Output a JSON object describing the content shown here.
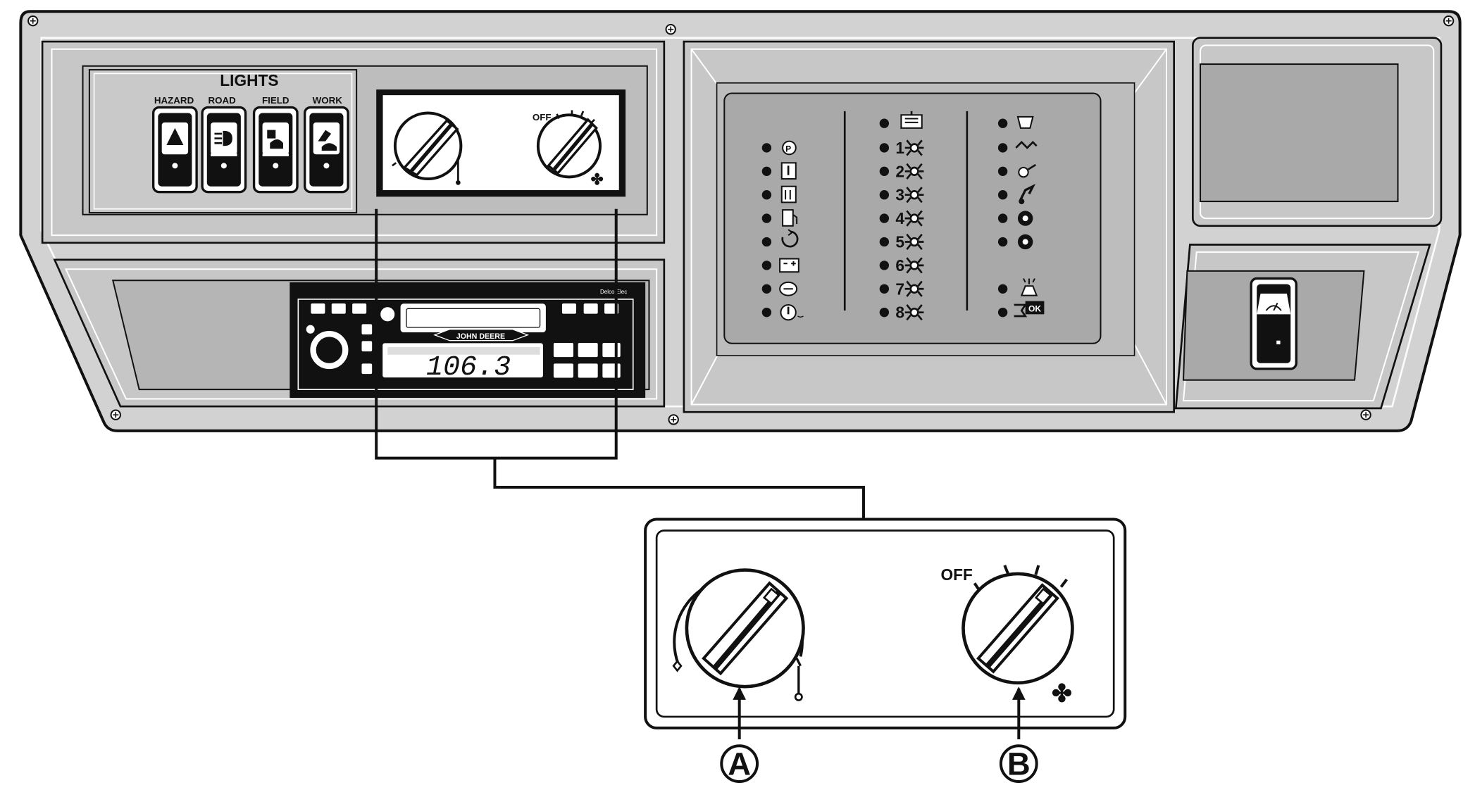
{
  "lights_panel": {
    "title": "LIGHTS",
    "switches": [
      {
        "label": "HAZARD",
        "icon": "hazard-triangle-icon"
      },
      {
        "label": "ROAD",
        "icon": "road-headlight-icon"
      },
      {
        "label": "FIELD",
        "icon": "field-light-icon"
      },
      {
        "label": "WORK",
        "icon": "work-light-icon"
      }
    ]
  },
  "climate_panel_small": {
    "off_label": "OFF",
    "fan_icon": "fan-icon"
  },
  "radio": {
    "brand": "JOHN DEERE",
    "frequency": "106.3"
  },
  "indicator_panel": {
    "column_left_icons": [
      "park-brake-icon",
      "hydraulic-oil-temp-icon",
      "transmission-oil-icon",
      "fuel-icon",
      "air-filter-icon",
      "battery-icon",
      "engine-oil-pressure-icon",
      "engine-coolant-icon"
    ],
    "column_middle_numbers": [
      "1",
      "2",
      "3",
      "4",
      "5",
      "6",
      "7",
      "8"
    ],
    "column_right_icons": [
      "grain-tank-icon",
      "straw-chopper-icon",
      "header-speed-icon",
      "feeder-house-icon",
      "shaker-shoe-icon",
      "rotor-icon",
      "unload-auger-icon",
      "system-ok-icon"
    ]
  },
  "zoom_panel": {
    "off_label": "OFF",
    "fan_icon": "fan-icon",
    "callouts": [
      {
        "letter": "A",
        "target": "temperature-control-knob"
      },
      {
        "letter": "B",
        "target": "fan-speed-knob"
      }
    ]
  },
  "wiper_switch": {
    "icon": "wiper-icon"
  }
}
